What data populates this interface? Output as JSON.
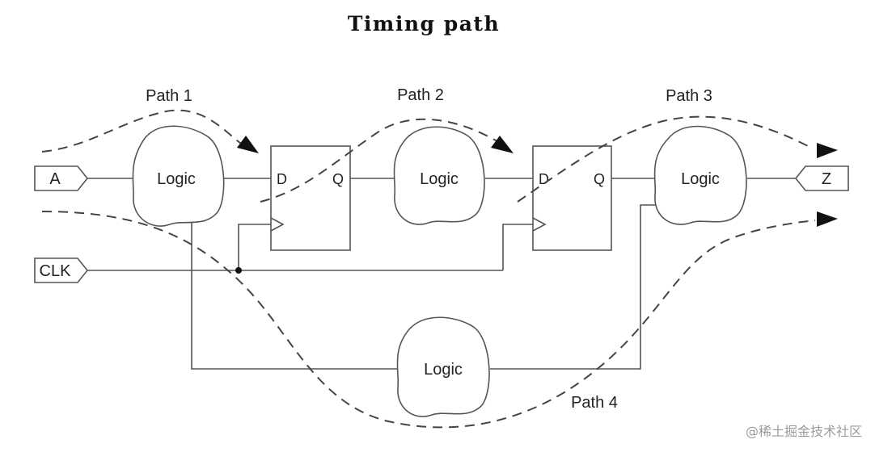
{
  "title": "Timing path",
  "inputs": {
    "a": "A",
    "clk": "CLK"
  },
  "output": {
    "z": "Z"
  },
  "logic_label": "Logic",
  "flipflops": {
    "ff1": {
      "d": "D",
      "q": "Q"
    },
    "ff2": {
      "d": "D",
      "q": "Q"
    }
  },
  "paths": {
    "path1": "Path 1",
    "path2": "Path 2",
    "path3": "Path 3",
    "path4": "Path 4"
  },
  "watermark": "@稀土掘金技术社区"
}
